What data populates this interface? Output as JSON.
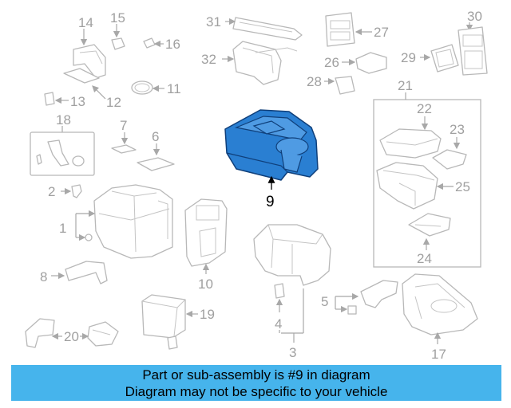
{
  "colors": {
    "highlight": "#2a7fd2",
    "banner": "#46b4ec",
    "part_gray": "#a0a0a0"
  },
  "callouts": {
    "c1": "1",
    "c2": "2",
    "c3": "3",
    "c4": "4",
    "c5": "5",
    "c6": "6",
    "c7": "7",
    "c8": "8",
    "c9": "9",
    "c10": "10",
    "c11": "11",
    "c12": "12",
    "c13": "13",
    "c14": "14",
    "c15": "15",
    "c16": "16",
    "c17": "17",
    "c18": "18",
    "c19": "19",
    "c20": "20",
    "c21": "21",
    "c22": "22",
    "c23": "23",
    "c24": "24",
    "c25": "25",
    "c26": "26",
    "c27": "27",
    "c28": "28",
    "c29": "29",
    "c30": "30",
    "c31": "31",
    "c32": "32"
  },
  "banner": {
    "line1": "Part or sub-assembly is #9 in diagram",
    "line2": "Diagram may not be specific to your vehicle"
  }
}
